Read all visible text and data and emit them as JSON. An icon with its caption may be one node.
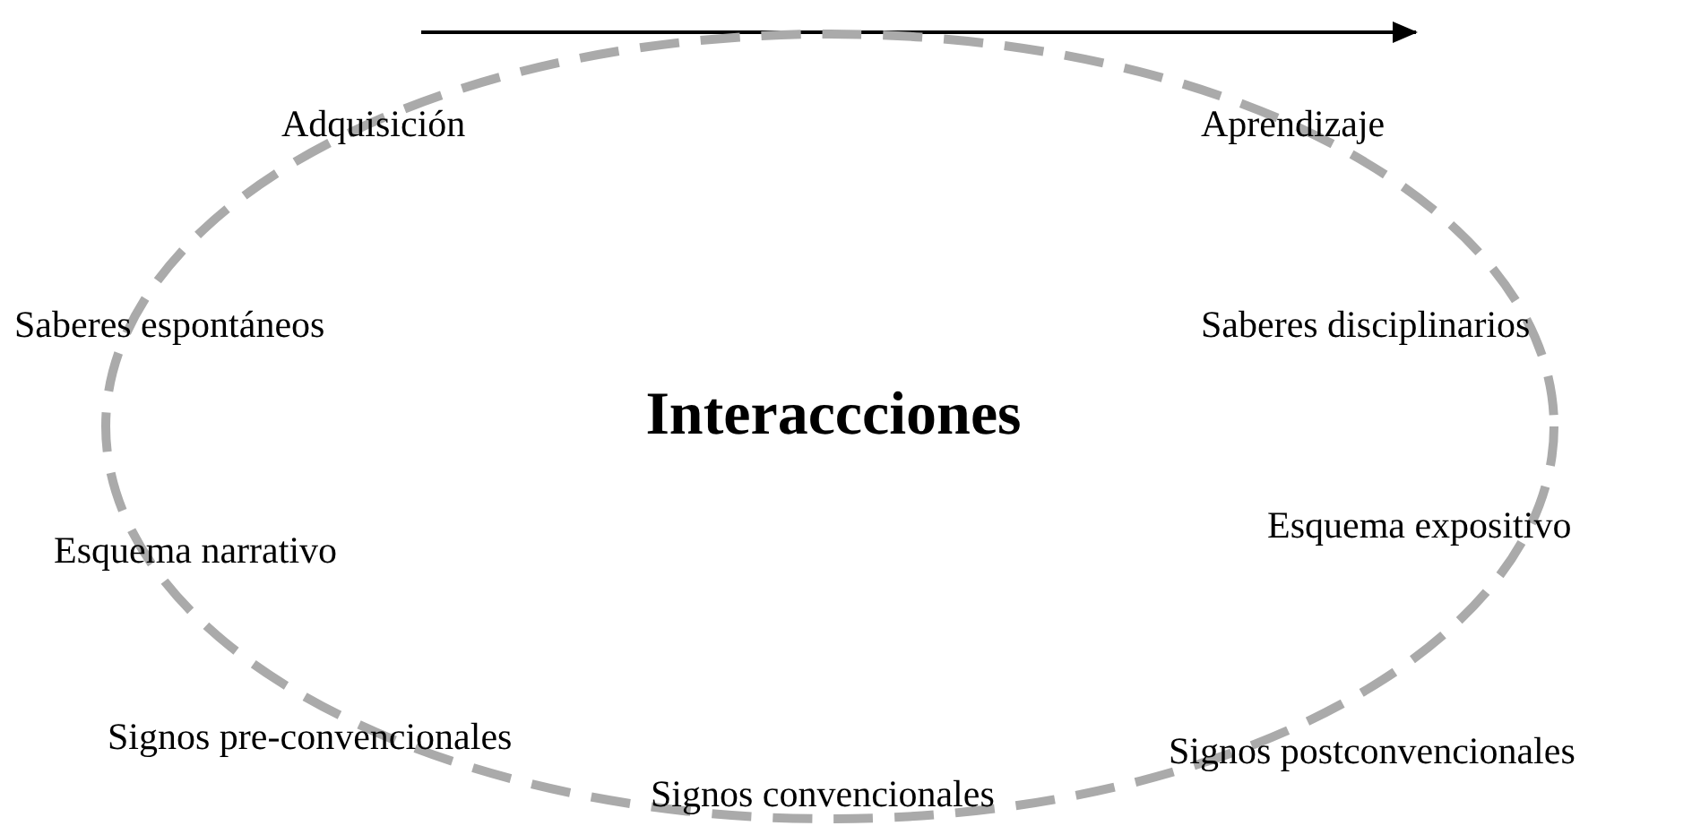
{
  "diagram": {
    "nodes": [
      {
        "text": [
          "Interaccciones"
        ]
      }
    ],
    "edges": [],
    "labels": [
      "Adquisición",
      "Aprendizaje",
      "Saberes espontáneos",
      "Saberes disciplinarios",
      "Esquema narrativo",
      "Esquema expositivo",
      "Signos pre-convencionales",
      "Signos postconvencionales",
      "Signos convencionales"
    ]
  }
}
